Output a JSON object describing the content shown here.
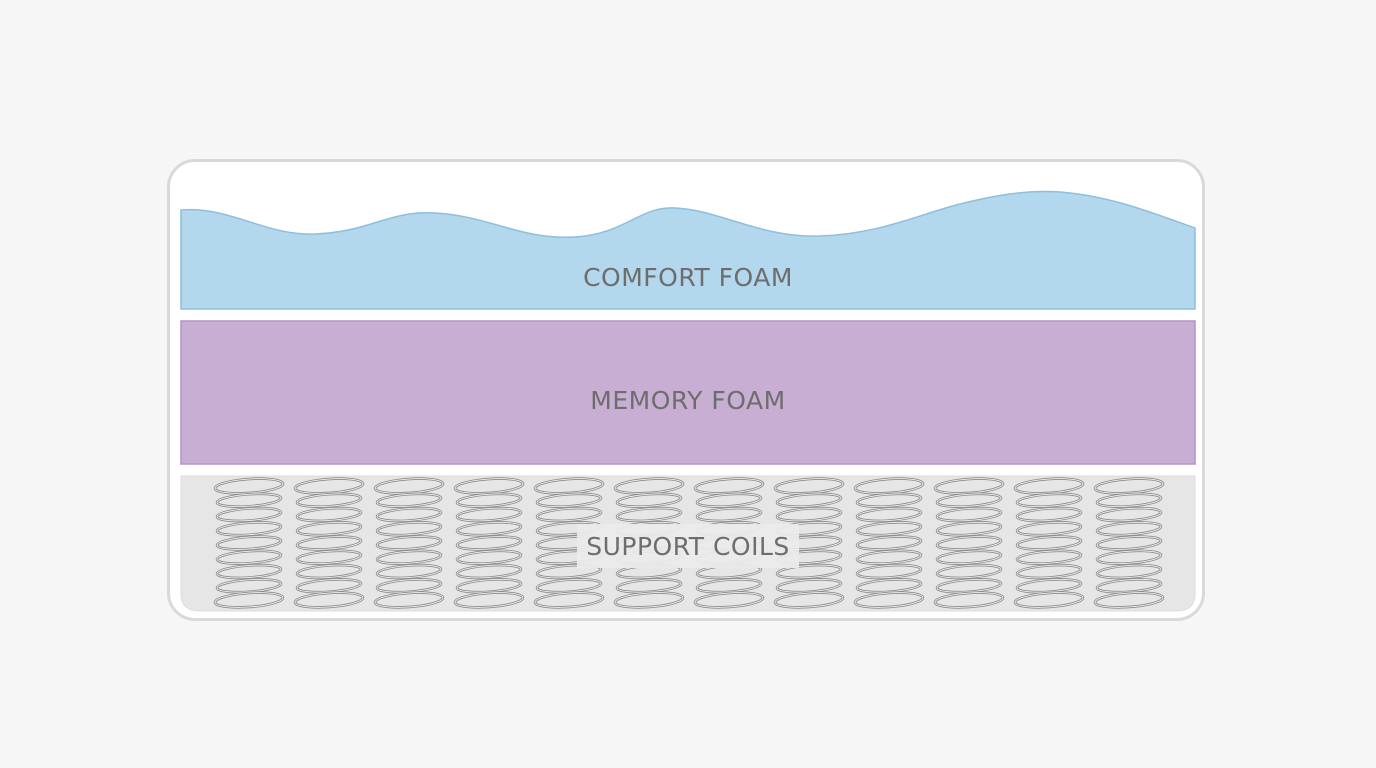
{
  "layers": {
    "comfort": {
      "label": "COMFORT FOAM",
      "color": "#b3d7ec",
      "edge": "#8dbfdc"
    },
    "memory": {
      "label": "MEMORY FOAM",
      "color": "#c9aed4",
      "edge": "#b493c3"
    },
    "support": {
      "label": "SUPPORT COILS",
      "color": "#e6e6e6",
      "coil_count": 12
    }
  },
  "colors": {
    "background": "#f6f6f6",
    "frame": "#ffffff",
    "frame_border": "#d9d9d9",
    "label_text": "#6d6d6d"
  },
  "icons": [
    "coil-spring-icon"
  ]
}
